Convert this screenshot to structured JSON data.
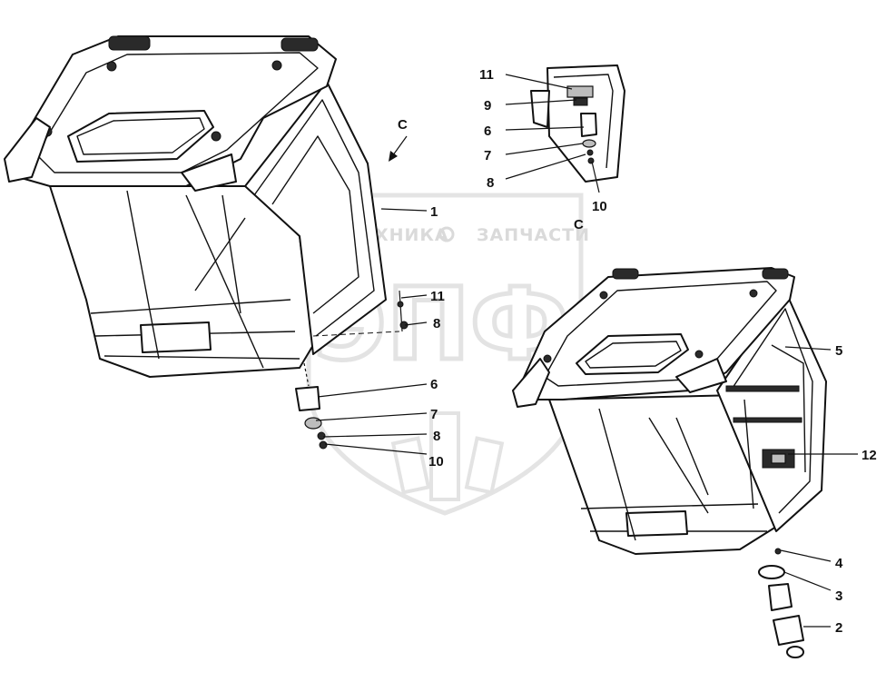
{
  "watermark": {
    "line1_left": "ТЕХНИКА",
    "line1_right": "ЗАПЧАСТИ",
    "logo": "ЭПФ"
  },
  "view_marker": "C",
  "view_title": "C",
  "callouts": {
    "c1": "1",
    "c2": "2",
    "c3": "3",
    "c4": "4",
    "c5": "5",
    "c6a": "6",
    "c7a": "7",
    "c8a": "8",
    "c8b": "8",
    "c10a": "10",
    "c11a": "11",
    "c12": "12",
    "c11b": "11",
    "c9": "9",
    "c6b": "6",
    "c7b": "7",
    "c8c": "8",
    "c10b": "10"
  }
}
